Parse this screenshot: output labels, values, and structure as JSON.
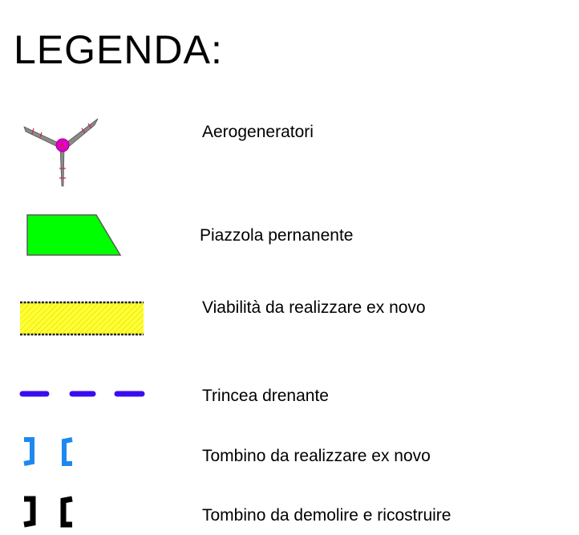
{
  "legend": {
    "title": "LEGENDA:",
    "items": [
      {
        "label": "Aerogeneratori",
        "icon": "wind-turbine-icon"
      },
      {
        "label": "Piazzola pernanente",
        "icon": "permanent-pad-icon",
        "color": "#00ff00"
      },
      {
        "label": "Viabilità da realizzare ex novo",
        "icon": "new-road-icon",
        "color": "#ffff33"
      },
      {
        "label": "Trincea drenante",
        "icon": "drainage-trench-icon",
        "color": "#3a0df0"
      },
      {
        "label": "Tombino da realizzare ex novo",
        "icon": "new-culvert-icon",
        "color": "#1e88f0"
      },
      {
        "label": "Tombino da demolire e ricostruire",
        "icon": "rebuild-culvert-icon",
        "color": "#000000"
      }
    ]
  }
}
